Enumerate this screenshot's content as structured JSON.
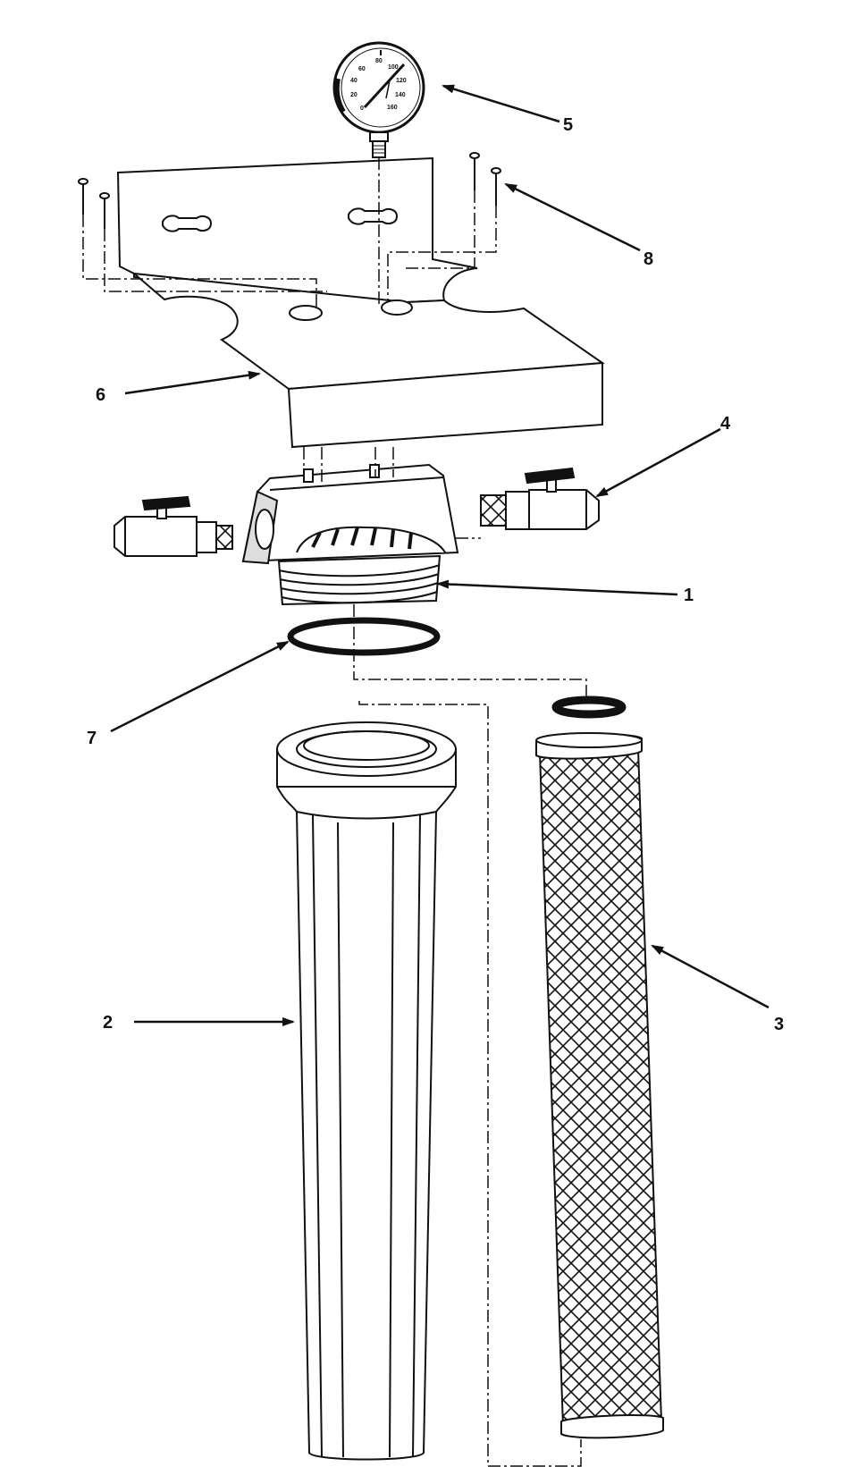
{
  "callouts": [
    {
      "id": "1",
      "label": "1"
    },
    {
      "id": "2",
      "label": "2"
    },
    {
      "id": "3",
      "label": "3"
    },
    {
      "id": "4",
      "label": "4"
    },
    {
      "id": "5",
      "label": "5"
    },
    {
      "id": "6",
      "label": "6"
    },
    {
      "id": "7",
      "label": "7"
    },
    {
      "id": "8",
      "label": "8"
    }
  ],
  "gauge": {
    "scale": [
      "0",
      "20",
      "40",
      "60",
      "80",
      "100",
      "120",
      "140",
      "160"
    ]
  },
  "colors": {
    "line": "#111111",
    "paper": "#ffffff"
  }
}
